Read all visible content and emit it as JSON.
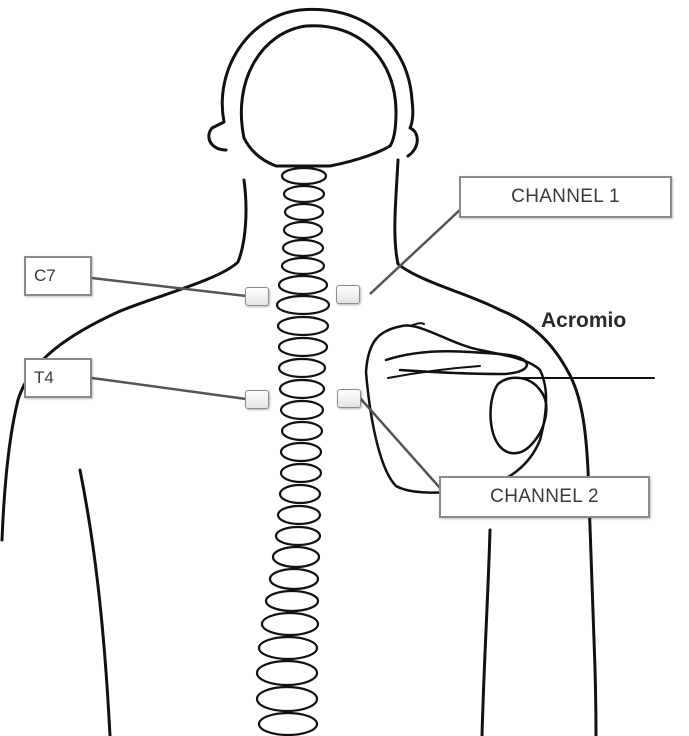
{
  "labels": {
    "c7": "C7",
    "t4": "T4",
    "channel_1": "CHANNEL 1",
    "channel_2": "CHANNEL 2",
    "acromio": "Acromio"
  },
  "colors": {
    "outline": "#111111",
    "leader_line": "#555555",
    "box_border": "#8a8a8a",
    "background": "#ffffff"
  },
  "icons": {
    "electrode": "electrode-pad-icon"
  }
}
